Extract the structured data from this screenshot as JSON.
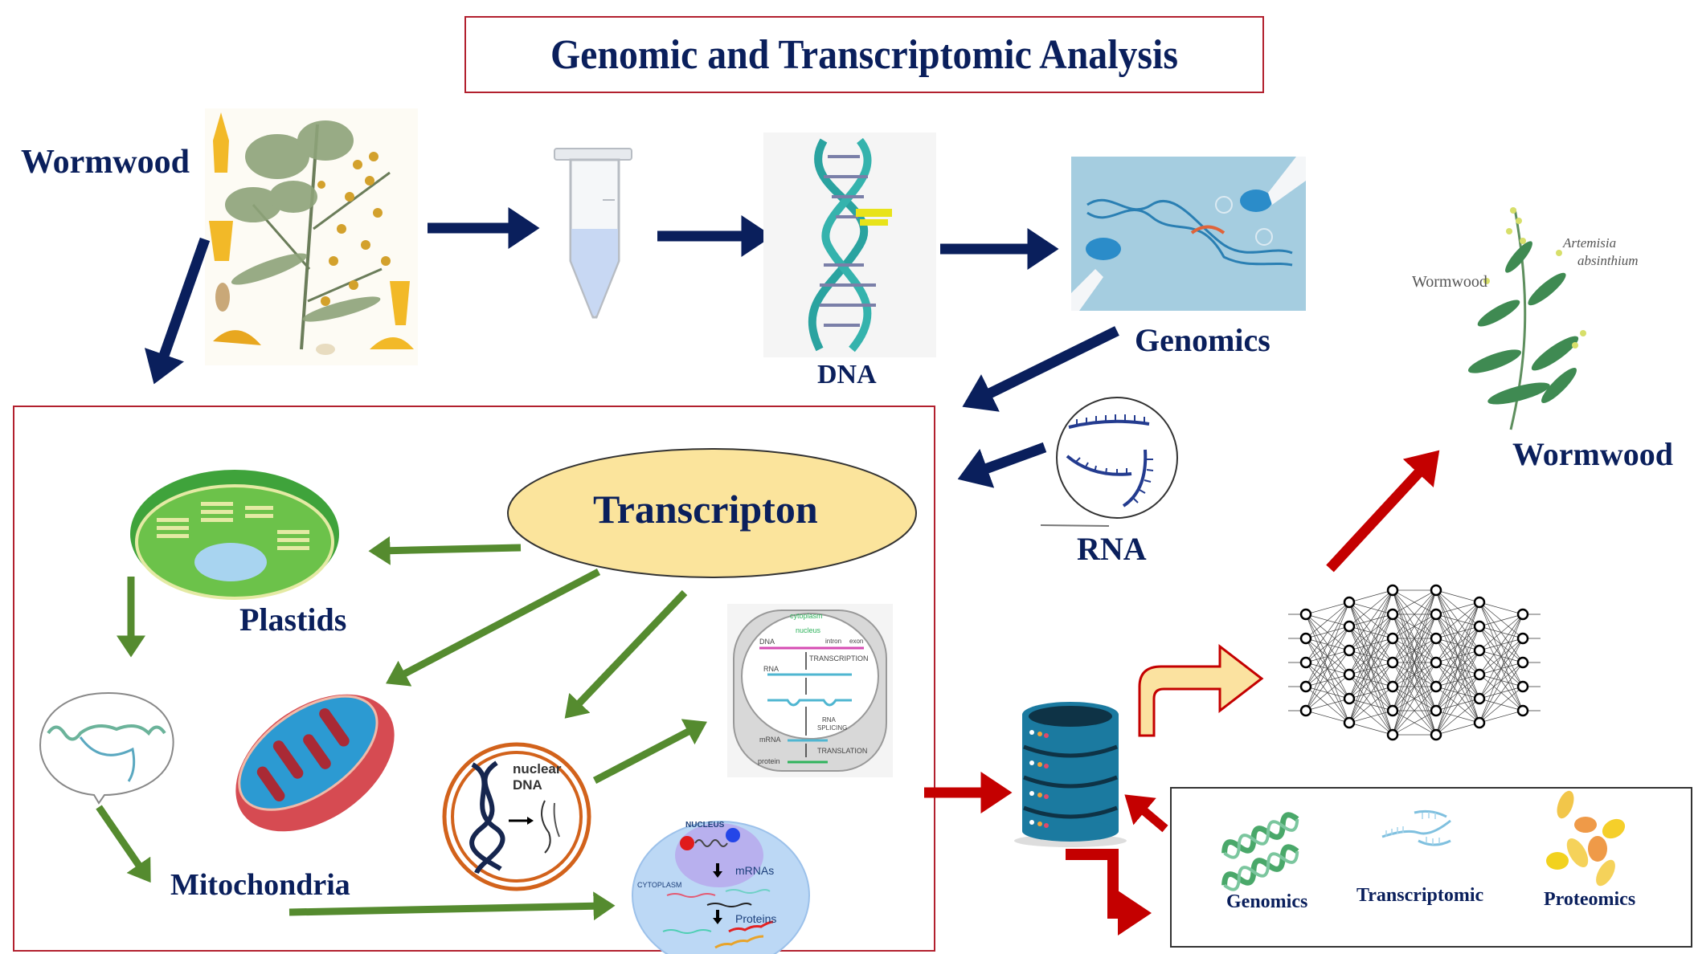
{
  "title": "Genomic and Transcriptomic Analysis",
  "colors": {
    "navy": "#0a1f5c",
    "border_red": "#b2202e",
    "green_arrow": "#558b2f",
    "red_arrow": "#c40000",
    "ellipse_fill": "#fbe49c",
    "db_blue": "#1b7aa0"
  },
  "top_flow": {
    "source_label": "Wormwood",
    "steps": [
      {
        "id": "plant",
        "icon": "wormwood-illustration-icon"
      },
      {
        "id": "tube",
        "icon": "microcentrifuge-tube-icon"
      },
      {
        "id": "dna",
        "icon": "dna-helix-icon",
        "label": "DNA"
      },
      {
        "id": "genomics",
        "icon": "genomics-lab-icon",
        "label": "Genomics"
      }
    ]
  },
  "rna": {
    "label": "RNA",
    "icon": "rna-strands-icon"
  },
  "center": {
    "label": "Transcripton"
  },
  "organelles": {
    "plastids": "Plastids",
    "mitochondria": "Mitochondria",
    "nuclear_dna": {
      "line1": "nuclear",
      "line2": "DNA"
    }
  },
  "central_dogma": {
    "cytoplasm": "cytoplasm",
    "nucleus": "nucleus",
    "dna": "DNA",
    "intron": "intron",
    "exon": "exon",
    "transcription": "TRANSCRIPTION",
    "rna": "RNA",
    "splicing_1": "RNA",
    "splicing_2": "SPLICING",
    "mrna": "mRNA",
    "translation": "TRANSLATION",
    "protein": "protein"
  },
  "cell": {
    "nucleus": "NUCLEUS",
    "mrnas": "mRNAs",
    "cytoplasm": "CYTOPLASM",
    "proteins": "Proteins"
  },
  "right_plant": {
    "caption": "Wormwood",
    "species_line1": "Artemisia",
    "species_line2": "absinthium",
    "label": "Wormwood"
  },
  "neural_network": {
    "layers": [
      5,
      6,
      7,
      7,
      6,
      5
    ]
  },
  "omics": [
    {
      "label": "Genomics",
      "icon": "double-helix-icon"
    },
    {
      "label": "Transcriptomic",
      "icon": "rna-transcript-icon"
    },
    {
      "label": "Proteomics",
      "icon": "protein-blobs-icon"
    }
  ]
}
